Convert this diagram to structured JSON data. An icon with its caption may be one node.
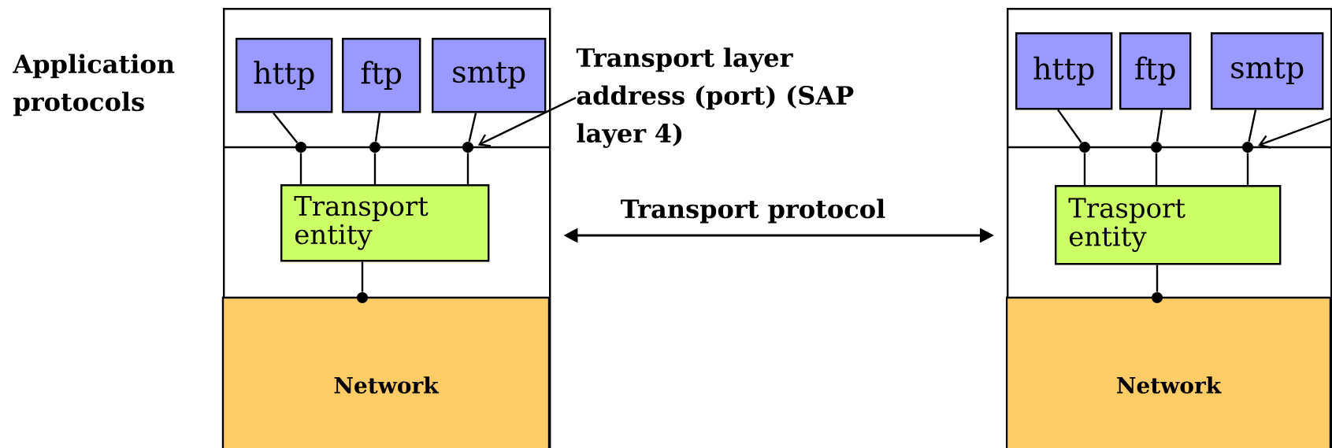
{
  "diagram": {
    "nodes": [
      {
        "text": [],
        "shape": "box"
      },
      {
        "text": [
          "http"
        ],
        "in": 0
      },
      {
        "text": [
          "ftp"
        ],
        "in": 0
      },
      {
        "text": [
          "smtp"
        ],
        "in": 0
      },
      {
        "text": [
          "Transport entity"
        ],
        "in": 0
      },
      {
        "text": [
          "Network"
        ],
        "in": 0
      },
      {
        "text": [],
        "shape": "circle",
        "in": 0
      },
      {
        "text": [],
        "shape": "circle",
        "in": 0
      },
      {
        "text": [],
        "shape": "circle",
        "in": 0
      },
      {
        "text": [
          "Transport layer address (port) (SAP layer 4)"
        ]
      },
      {
        "text": [],
        "shape": "box"
      },
      {
        "text": [
          "http"
        ],
        "in": 10
      },
      {
        "text": [
          "ftp"
        ],
        "in": 10
      },
      {
        "text": [
          "smtp"
        ],
        "in": 10
      },
      {
        "text": [
          "Trasport entity"
        ],
        "in": 10
      },
      {
        "text": [
          "Network"
        ],
        "in": 10
      },
      {
        "text": [],
        "shape": "circle",
        "in": 10
      },
      {
        "text": [],
        "shape": "circle",
        "in": 10
      },
      {
        "text": [],
        "shape": "circle",
        "in": 10
      },
      {
        "text": [],
        "shape": "circle",
        "in": 0
      },
      {
        "text": [],
        "shape": "circle",
        "in": 10
      }
    ],
    "edges": [
      {
        "from": 1,
        "to": 6,
        "arrow": "none"
      },
      {
        "from": 6,
        "to": 4,
        "arrow": "none"
      },
      {
        "from": 2,
        "to": 7,
        "arrow": "none"
      },
      {
        "from": 7,
        "to": 4,
        "arrow": "none"
      },
      {
        "from": 3,
        "to": 8,
        "arrow": "none"
      },
      {
        "from": 8,
        "to": 4,
        "arrow": "none"
      },
      {
        "from": 4,
        "to": 19,
        "arrow": "none"
      },
      {
        "from": 9,
        "to": 8,
        "arrow": "to"
      },
      {
        "from": 0,
        "to": 10,
        "arrow": "both",
        "label": "Transport protocol"
      },
      {
        "from": 11,
        "to": 16,
        "arrow": "none"
      },
      {
        "from": 16,
        "to": 14,
        "arrow": "none"
      },
      {
        "from": 12,
        "to": 17,
        "arrow": "none"
      },
      {
        "from": 17,
        "to": 14,
        "arrow": "none"
      },
      {
        "from": 13,
        "to": 18,
        "arrow": "none"
      },
      {
        "from": 18,
        "to": 14,
        "arrow": "none"
      },
      {
        "from": 14,
        "to": 20,
        "arrow": "none"
      },
      {
        "from": null,
        "to": 18,
        "arrow": "to"
      }
    ],
    "labels": [
      "Application protocols"
    ]
  }
}
